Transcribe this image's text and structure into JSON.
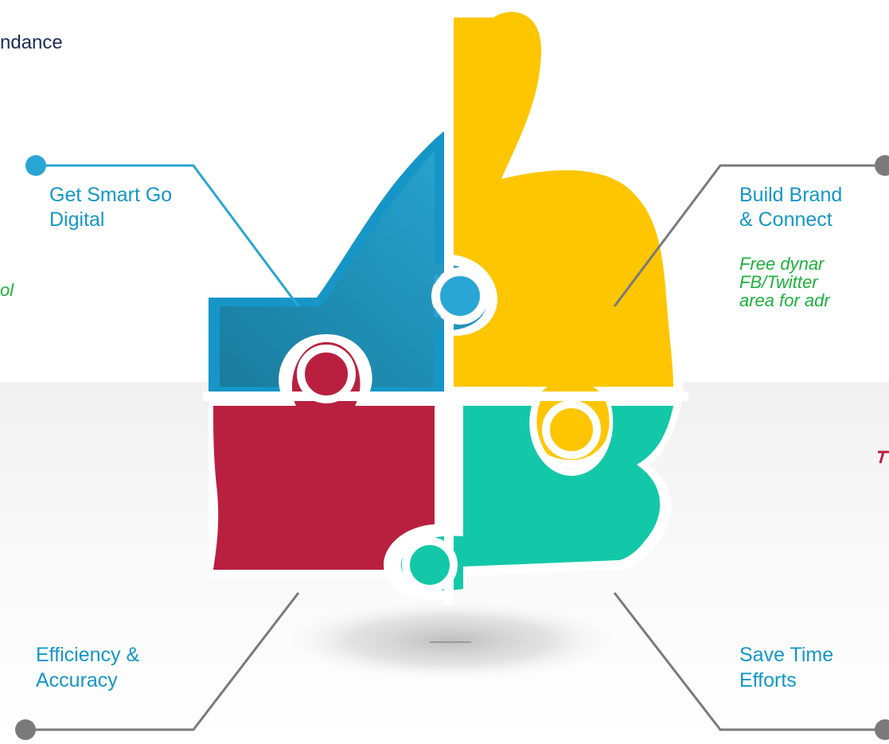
{
  "header": {
    "partial_text": "ndance"
  },
  "callouts": {
    "top_left": {
      "title_line1": "Get Smart Go",
      "title_line2": "Digital",
      "note": "ol"
    },
    "top_right": {
      "title_line1": "Build Brand",
      "title_line2": "& Connect",
      "note_line1": "Free  dynar",
      "note_line2": "FB/Twitter",
      "note_line3": "area for adr"
    },
    "bottom_left": {
      "title_line1": "Efficiency &",
      "title_line2": "Accuracy"
    },
    "bottom_right": {
      "title_line1": "Save Time",
      "title_line2": "Efforts"
    }
  },
  "colors": {
    "blue_piece": "#2aa6d4",
    "blue_dark": "#1a7b9c",
    "yellow_piece": "#fdc600",
    "red_piece": "#b92040",
    "teal_piece": "#13c8a8",
    "callout_blue": "#1596c7",
    "connector_gray": "#7a7a7a",
    "note_green": "#1db03c",
    "header_navy": "#1e2c55"
  },
  "icons": [
    "thumbs-up-puzzle-icon"
  ]
}
